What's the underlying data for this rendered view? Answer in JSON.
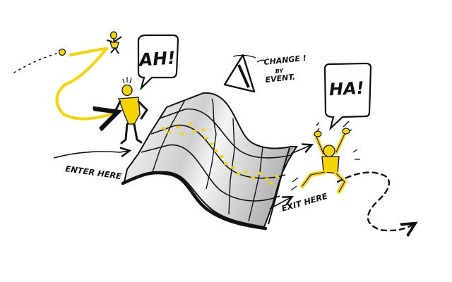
{
  "illustration": {
    "bubble_left": "AH!",
    "bubble_right": "HA!",
    "change_note": {
      "line1": "CHANGE !",
      "line2": "BY",
      "line3": "EVENT."
    },
    "enter_label": "ENTER HERE",
    "exit_label": "EXIT HERE"
  },
  "colors": {
    "ink": "#111111",
    "accent": "#f5d400",
    "surface_light": "#f2f2f2",
    "surface_shade": "#b9b9b9"
  },
  "icons": [
    "sketch-figure-icon",
    "speech-bubble-icon",
    "triangle-icon",
    "arrow-icon"
  ]
}
